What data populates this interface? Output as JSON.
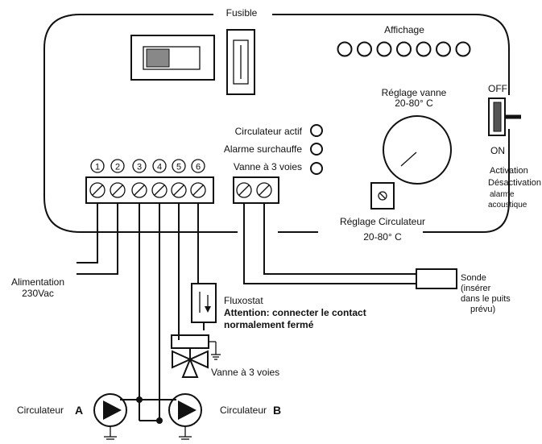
{
  "labels": {
    "fusible": "Fusible",
    "affichage": "Affichage",
    "reglage_vanne_1": "Réglage vanne",
    "reglage_vanne_2": "20-80° C",
    "off": "OFF",
    "on": "ON",
    "activation_1": "Activation",
    "activation_2": "Désactivation",
    "activation_3": "alarme",
    "activation_4": "acoustique",
    "circulateur_actif": "Circulateur actif",
    "alarme_surchauffe": "Alarme surchauffe",
    "vanne_3_voies_led": "Vanne à 3 voies",
    "reglage_circ_1": "Réglage Circulateur",
    "reglage_circ_2": "20-80° C",
    "alimentation_1": "Alimentation",
    "alimentation_2": "230Vac",
    "sonde_1": "Sonde",
    "sonde_2": "(insérer",
    "sonde_3": "dans le puits",
    "sonde_4": "prévu)",
    "fluxostat": "Fluxostat",
    "attention_1": "Attention: connecter le contact",
    "attention_2": "normalement fermé",
    "vanne_3_voies": "Vanne à 3 voies",
    "circulateur_a_text": "Circulateur",
    "circulateur_a_letter": "A",
    "circulateur_b_text": "Circulateur",
    "circulateur_b_letter": "B"
  },
  "terminal_numbers": [
    "1",
    "2",
    "3",
    "4",
    "5",
    "6"
  ]
}
